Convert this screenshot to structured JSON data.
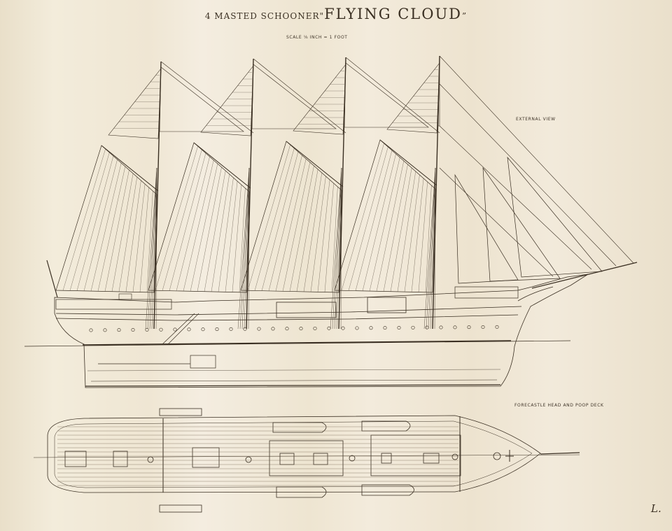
{
  "title": {
    "prefix": "4 MASTED SCHOONER",
    "name": "FLYING CLOUD",
    "open_quote": "\"",
    "close_quote": "”"
  },
  "labels": {
    "scale": "SCALE ⅛ INCH = 1 FOOT",
    "external_view": "EXTERNAL VIEW",
    "deck_plan": "FORECASTLE HEAD AND POOP DECK"
  },
  "signature": "L.",
  "colors": {
    "paper": "#efe6d2",
    "ink": "#3a2f22",
    "light_ink": "#6b5a45"
  }
}
